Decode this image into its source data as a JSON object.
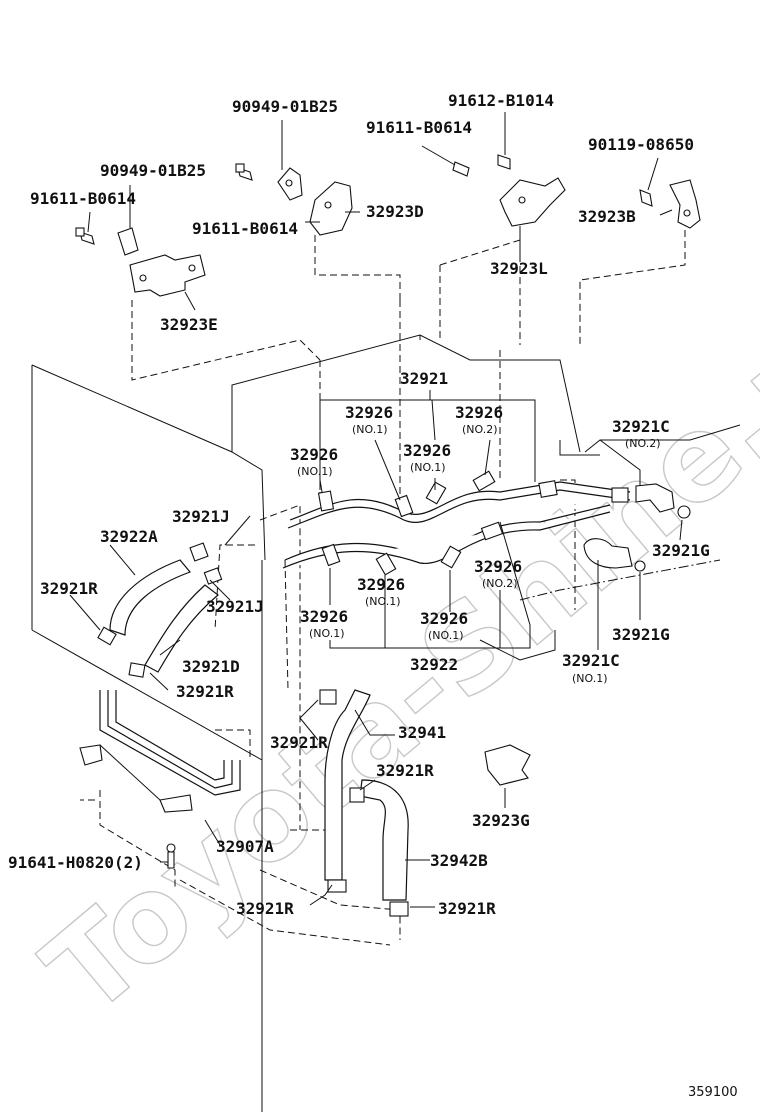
{
  "watermark": "Toyota-Shine.ru",
  "diagram_number": "359100",
  "labels": {
    "p90949_01b25_top": "90949-01B25",
    "p91612_b1014": "91612-B1014",
    "p91611_b0614_top": "91611-B0614",
    "p90119_08650": "90119-08650",
    "p90949_01b25_left": "90949-01B25",
    "p91611_b0614_left": "91611-B0614",
    "p91611_b0614_mid": "91611-B0614",
    "p32923d": "32923D",
    "p32923b": "32923B",
    "p32923l": "32923L",
    "p32923e": "32923E",
    "p32921": "32921",
    "p32926_a": "32926",
    "p32926_b": "32926",
    "p32926_c": "32926",
    "p32926_d": "32926",
    "p32926_e": "32926",
    "p32926_f": "32926",
    "p32926_g": "32926",
    "p32926_h": "32926",
    "p32921c_top": "32921C",
    "p32921c_bot": "32921C",
    "p32921j_a": "32921J",
    "p32921j_b": "32921J",
    "p32922a": "32922A",
    "p32921r_a": "32921R",
    "p32921r_b": "32921R",
    "p32921r_c": "32921R",
    "p32921r_d": "32921R",
    "p32921r_e": "32921R",
    "p32921r_f": "32921R",
    "p32921d": "32921D",
    "p32921g_a": "32921G",
    "p32921g_b": "32921G",
    "p32922": "32922",
    "p32941": "32941",
    "p32923g": "32923G",
    "p32942b": "32942B",
    "p32907a": "32907A",
    "p91641_h0820": "91641-H0820(2)"
  },
  "notes": {
    "no1": "(NO.1)",
    "no2": "(NO.2)"
  }
}
